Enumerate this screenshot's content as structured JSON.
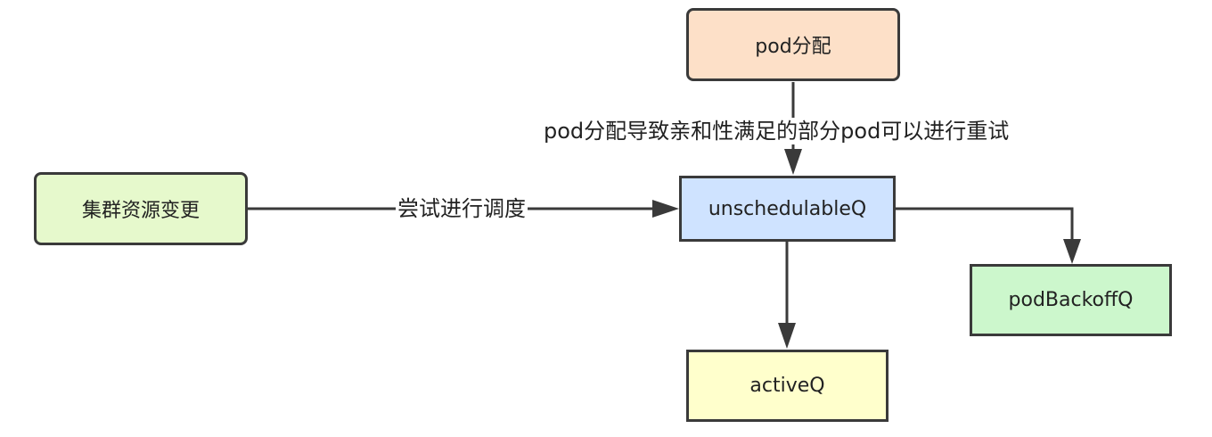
{
  "nodes": {
    "pod_assign": {
      "label": "pod分配",
      "fill": "#fde0c8"
    },
    "cluster_change": {
      "label": "集群资源变更",
      "fill": "#e6f9cc"
    },
    "unschedulable": {
      "label": "unschedulableQ",
      "fill": "#cfe3ff"
    },
    "active": {
      "label": "activeQ",
      "fill": "#ffffcc"
    },
    "backoff": {
      "label": "podBackoffQ",
      "fill": "#ccf7cc"
    }
  },
  "edges": {
    "affinity_retry": {
      "label": "pod分配导致亲和性满足的部分pod可以进行重试"
    },
    "try_schedule": {
      "label": "尝试进行调度"
    }
  },
  "colors": {
    "stroke": "#3a3a3a"
  }
}
